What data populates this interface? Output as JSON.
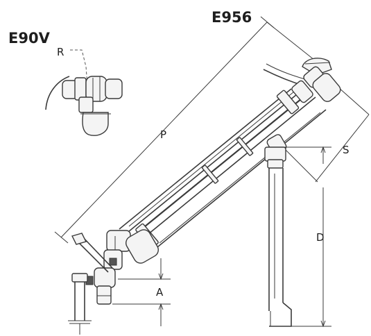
{
  "labels": {
    "model_main": "E956",
    "model_detail": "E90V",
    "dim_r": "R",
    "dim_p": "P",
    "dim_s": "S",
    "dim_a": "A",
    "dim_d": "D"
  },
  "colors": {
    "line": "#3a3a3a",
    "background": "#ffffff"
  }
}
